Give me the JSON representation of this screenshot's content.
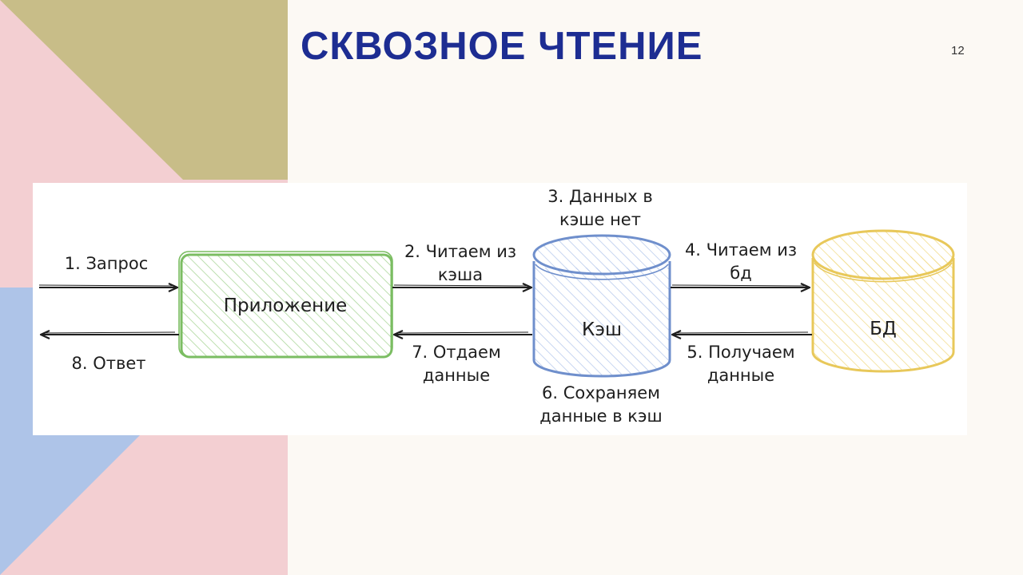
{
  "slide": {
    "title": "СКВОЗНОЕ ЧТЕНИЕ",
    "page_number": "12"
  },
  "colors": {
    "title": "#1d2d92",
    "app_node": "#7bbd62",
    "cache_node": "#6f8fcc",
    "db_node": "#e8c85a",
    "corner_olive": "#c8bd88",
    "corner_pink": "#f3cfd2",
    "corner_blue": "#aec4e8"
  },
  "diagram": {
    "nodes": {
      "app": {
        "label": "Приложение",
        "shape": "rectangle"
      },
      "cache": {
        "label": "Кэш",
        "shape": "cylinder"
      },
      "db": {
        "label": "БД",
        "shape": "cylinder"
      }
    },
    "steps": {
      "s1": {
        "line1": "1. Запрос"
      },
      "s2": {
        "line1": "2. Читаем из",
        "line2": "кэша"
      },
      "s3": {
        "line1": "3. Данных в",
        "line2": "кэше нет"
      },
      "s4": {
        "line1": "4. Читаем из",
        "line2": "бд"
      },
      "s5": {
        "line1": "5. Получаем",
        "line2": "данные"
      },
      "s6": {
        "line1": "6. Сохраняем",
        "line2": "данные в кэш"
      },
      "s7": {
        "line1": "7. Отдаем",
        "line2": "данные"
      },
      "s8": {
        "line1": "8. Ответ"
      }
    }
  }
}
